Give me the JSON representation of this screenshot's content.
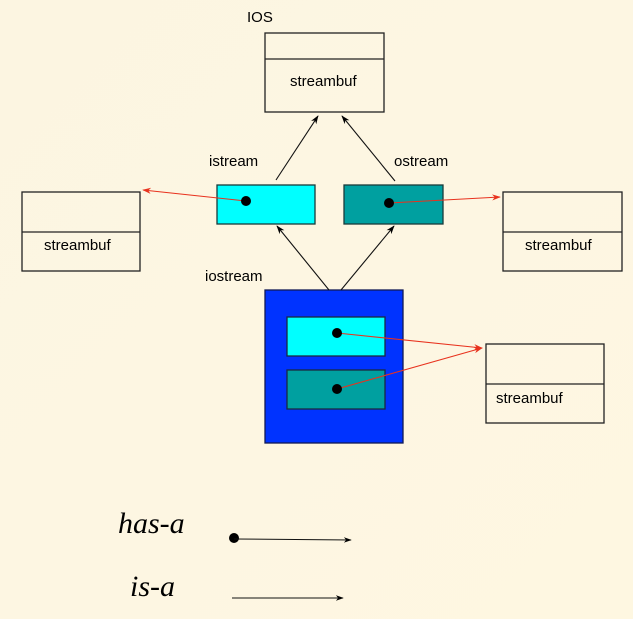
{
  "diagram": {
    "title": "IOS",
    "colors": {
      "background": "#fdf6e2",
      "istream": "#00ffff",
      "ostream": "#00a0a0",
      "iostream": "#0033ff",
      "has_a_arrow": "#e8321e",
      "is_a_arrow": "#000000"
    },
    "nodes": {
      "ios": {
        "label": "IOS",
        "member": "streambuf"
      },
      "istream": {
        "label": "istream"
      },
      "ostream": {
        "label": "ostream"
      },
      "iostream": {
        "label": "iostream"
      },
      "streambuf_left": {
        "member": "streambuf"
      },
      "streambuf_right": {
        "member": "streambuf"
      },
      "streambuf_bottom": {
        "member": "streambuf"
      }
    },
    "edges": [
      {
        "from": "istream",
        "to": "ios",
        "type": "is-a"
      },
      {
        "from": "ostream",
        "to": "ios",
        "type": "is-a"
      },
      {
        "from": "iostream",
        "to": "istream",
        "type": "is-a"
      },
      {
        "from": "iostream",
        "to": "ostream",
        "type": "is-a"
      },
      {
        "from": "istream",
        "to": "streambuf_left",
        "type": "has-a"
      },
      {
        "from": "ostream",
        "to": "streambuf_right",
        "type": "has-a"
      },
      {
        "from": "iostream.istream_part",
        "to": "streambuf_bottom",
        "type": "has-a"
      },
      {
        "from": "iostream.ostream_part",
        "to": "streambuf_bottom",
        "type": "has-a"
      }
    ],
    "legend": {
      "has_a": "has-a",
      "is_a": "is-a"
    }
  }
}
